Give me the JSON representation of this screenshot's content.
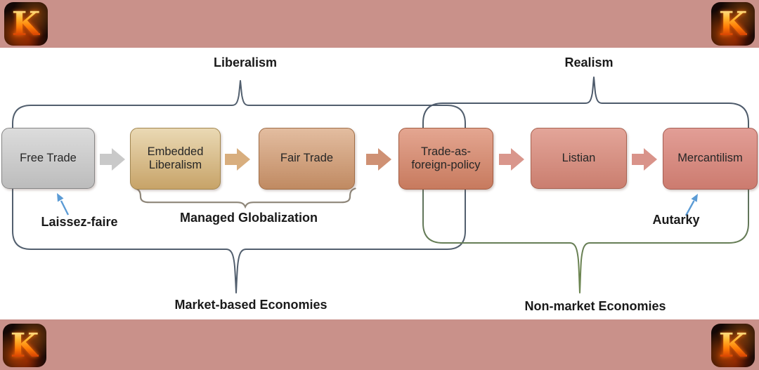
{
  "page": {
    "bar_color": "#c9918a",
    "background": "#ffffff",
    "logo_letter": "K"
  },
  "top_braces": {
    "liberalism": "Liberalism",
    "realism": "Realism"
  },
  "boxes": [
    {
      "label": "Free Trade",
      "fill_top": "#dcdcdc",
      "fill_bottom": "#bcbcbc",
      "border": "#868686"
    },
    {
      "label": "Embedded Liberalism",
      "fill_top": "#ead9b4",
      "fill_bottom": "#c7a368",
      "border": "#a2864f"
    },
    {
      "label": "Fair Trade",
      "fill_top": "#e3bda0",
      "fill_bottom": "#c08a62",
      "border": "#9f6d47"
    },
    {
      "label": "Trade-as-foreign-policy",
      "fill_top": "#e4a691",
      "fill_bottom": "#c77a5e",
      "border": "#a25c42"
    },
    {
      "label": "Listian",
      "fill_top": "#e3a599",
      "fill_bottom": "#ca7e6f",
      "border": "#a86250"
    },
    {
      "label": "Mercantilism",
      "fill_top": "#e29e96",
      "fill_bottom": "#cc7b6f",
      "border": "#a55d53"
    }
  ],
  "flow_arrows": [
    {
      "color": "#c9c9c9"
    },
    {
      "color": "#d8ae7e"
    },
    {
      "color": "#cf9174"
    },
    {
      "color": "#d9968c"
    },
    {
      "color": "#d9938a"
    }
  ],
  "annotations": {
    "laissez_faire": "Laissez-faire",
    "managed_globalization": "Managed Globalization",
    "autarky": "Autarky",
    "market_based": "Market-based Economies",
    "non_market": "Non-market Economies"
  },
  "colors": {
    "market_outline": "#525f6e",
    "non_market_outline_top": "#4d5a6b",
    "non_market_outline_bottom": "#6c8551",
    "pointer_blue": "#5b9bd5",
    "brace_gray": "#8e8679"
  }
}
